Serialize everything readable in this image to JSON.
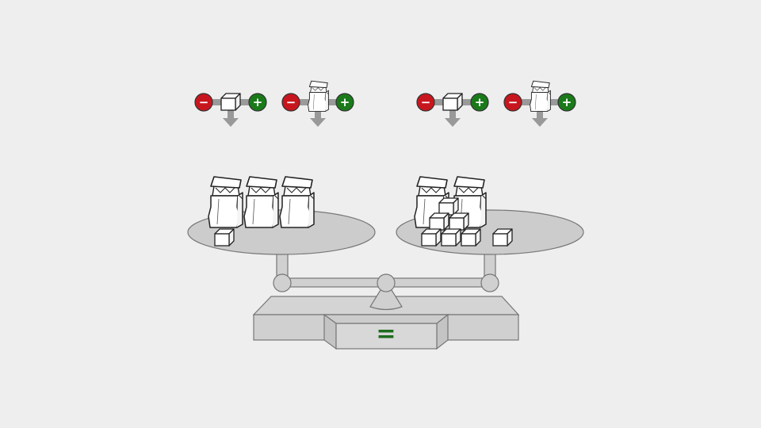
{
  "colors": {
    "background": "#eeeeee",
    "scale_fill": "#d0d0d0",
    "scale_stroke": "#777777",
    "minus_button": "#c8161e",
    "plus_button": "#1a7a1a",
    "arrow": "#999999",
    "equals": "#1f6b1f"
  },
  "controls": [
    {
      "side": "left",
      "object": "cube",
      "minus_label": "−",
      "plus_label": "+",
      "icon": "cube-icon"
    },
    {
      "side": "left",
      "object": "bag",
      "minus_label": "−",
      "plus_label": "+",
      "icon": "bag-icon"
    },
    {
      "side": "right",
      "object": "cube",
      "minus_label": "−",
      "plus_label": "+",
      "icon": "cube-icon"
    },
    {
      "side": "right",
      "object": "bag",
      "minus_label": "−",
      "plus_label": "+",
      "icon": "bag-icon"
    }
  ],
  "left_pan": {
    "bags": 3,
    "cubes": 1
  },
  "right_pan": {
    "bags": 2,
    "cubes": 7
  },
  "balance_state": "equal",
  "indicator_symbol": "="
}
